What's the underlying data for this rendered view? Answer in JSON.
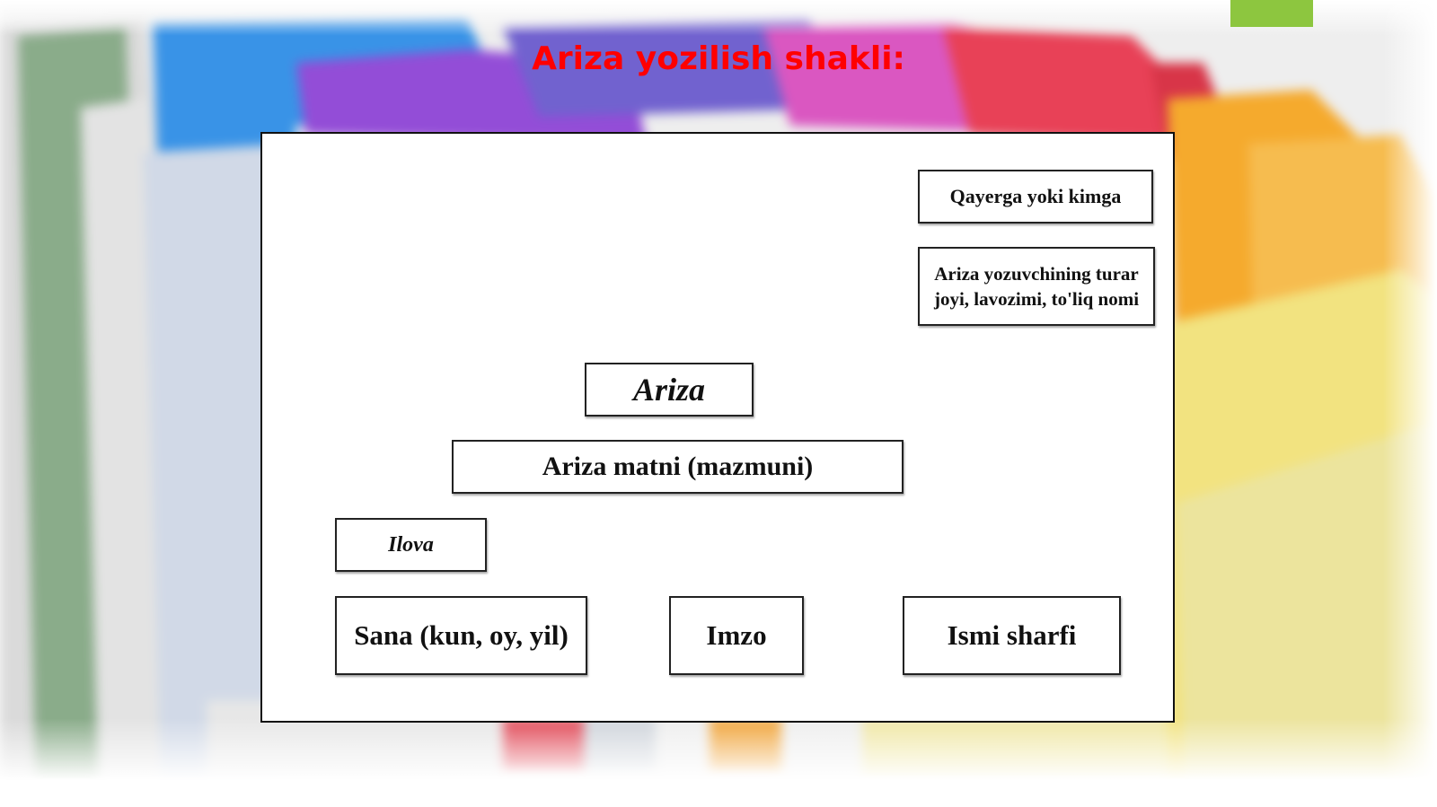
{
  "slide": {
    "title": "Ariza yozilish shakli:",
    "title_color": "#ff0000",
    "accent_color": "#8dc63f"
  },
  "form": {
    "recipient": "Qayerga yoki kimga",
    "applicant_info": "Ariza yozuvchining turar joyi, lavozimi, to'liq nomi",
    "heading": "Ariza",
    "body_text": "Ariza matni (mazmuni)",
    "attachment": "Ilova",
    "date": "Sana (kun, oy, yil)",
    "signature": "Imzo",
    "full_name": "Ismi sharfi"
  }
}
